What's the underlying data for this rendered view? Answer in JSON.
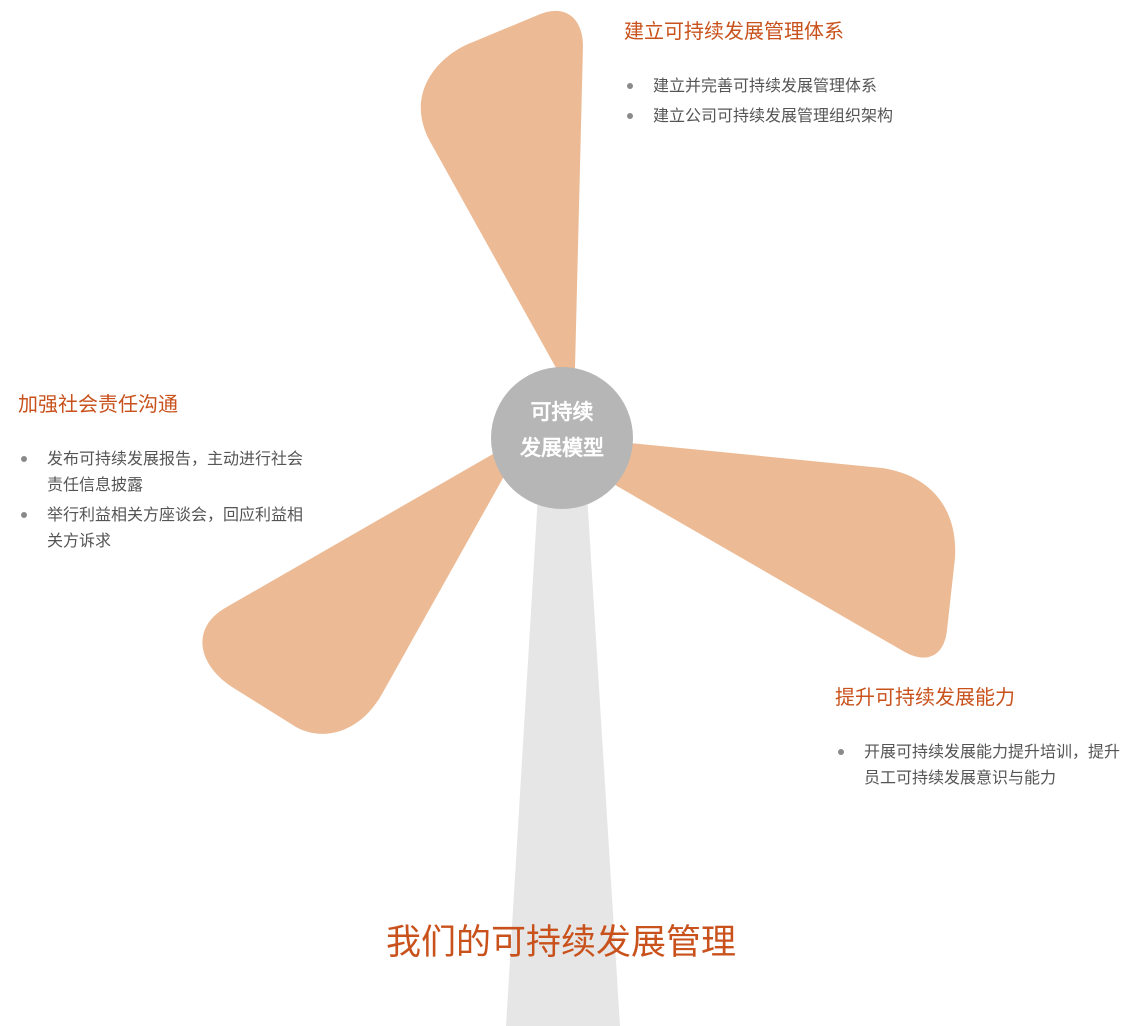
{
  "title": "我们的可持续发展管理",
  "hub": {
    "line1": "可持续",
    "line2": "发展模型"
  },
  "groups": [
    {
      "title": "建立可持续发展管理体系",
      "items": [
        "建立并完善可持续发展管理体系",
        "建立公司可持续发展管理组织架构"
      ]
    },
    {
      "title": "加强社会责任沟通",
      "items": [
        "发布可持续发展报告，主动进行社会责任信息披露",
        "举行利益相关方座谈会，回应利益相关方诉求"
      ]
    },
    {
      "title": "提升可持续发展能力",
      "items": [
        "开展可持续发展能力提升培训，提升员工可持续发展意识与能力"
      ]
    }
  ],
  "colors": {
    "blade": "#ecbb95",
    "hub": "#b5b6b5",
    "tower": "#e6e6e6",
    "accent": "#c9521c",
    "text": "#555555",
    "bullet": "#8a8a8a"
  },
  "icons": {
    "bullet": "bullet-dot-icon"
  }
}
